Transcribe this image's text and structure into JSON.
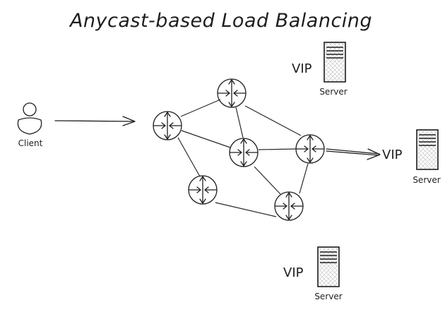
{
  "title": "Anycast-based Load Balancing",
  "client": {
    "label": "Client",
    "icon": "person-icon"
  },
  "servers": [
    {
      "id": "server-top",
      "vip_label": "VIP",
      "label": "Server",
      "icon": "server-icon"
    },
    {
      "id": "server-right",
      "vip_label": "VIP",
      "label": "Server",
      "icon": "server-icon"
    },
    {
      "id": "server-bottom",
      "vip_label": "VIP",
      "label": "Server",
      "icon": "server-icon"
    }
  ],
  "routers": [
    {
      "id": "r1"
    },
    {
      "id": "r2"
    },
    {
      "id": "r3"
    },
    {
      "id": "r4"
    },
    {
      "id": "r5"
    },
    {
      "id": "r6"
    }
  ],
  "links": [
    [
      "r1",
      "r2"
    ],
    [
      "r1",
      "r3"
    ],
    [
      "r1",
      "r5"
    ],
    [
      "r2",
      "r3"
    ],
    [
      "r2",
      "r4"
    ],
    [
      "r3",
      "r4"
    ],
    [
      "r3",
      "r6"
    ],
    [
      "r4",
      "r6"
    ],
    [
      "r5",
      "r6"
    ]
  ],
  "arrows": [
    {
      "from": "client",
      "to": "r1"
    },
    {
      "from": "r4",
      "to": "server-right"
    }
  ],
  "colors": {
    "ink": "#1e1e1e",
    "hatch": "#bdbdbd",
    "background": "#ffffff"
  }
}
